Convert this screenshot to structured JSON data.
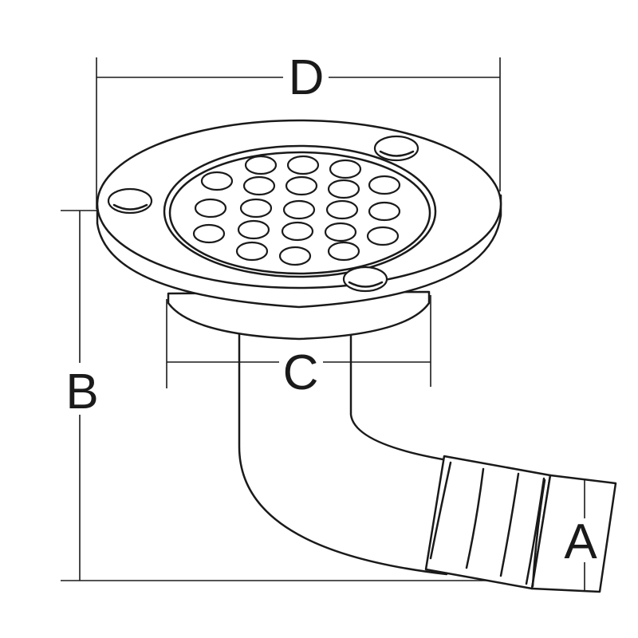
{
  "dimensions": {
    "A": "A",
    "B": "B",
    "C": "C",
    "D": "D"
  },
  "colors": {
    "line": "#1a1a1a",
    "background": "#ffffff"
  }
}
